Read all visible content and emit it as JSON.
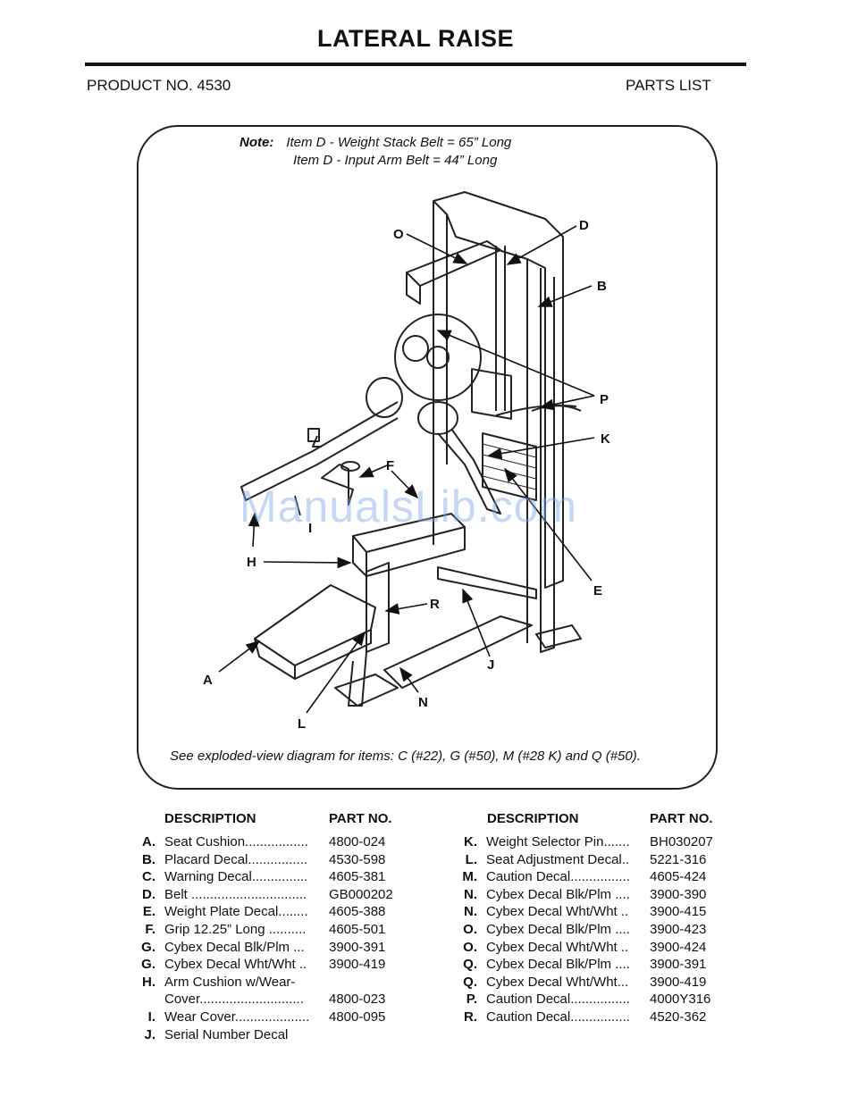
{
  "title": "LATERAL RAISE",
  "header": {
    "product": "PRODUCT NO. 4530",
    "section": "PARTS LIST"
  },
  "note": {
    "label": "Note:",
    "line1": "Item D - Weight Stack Belt = 65” Long",
    "line2": "Item D - Input Arm Belt = 44” Long"
  },
  "watermark": "ManualsLib.com",
  "callouts": [
    "O",
    "D",
    "B",
    "P",
    "K",
    "F",
    "I",
    "H",
    "E",
    "R",
    "J",
    "A",
    "N",
    "L"
  ],
  "footnote": "See exploded-view diagram for items: C (#22), G (#50), M (#28 K) and Q (#50).",
  "parts": {
    "headers": {
      "description": "DESCRIPTION",
      "part_no": "PART NO."
    },
    "left": [
      {
        "key": "A.",
        "desc": "Seat Cushion.................",
        "part": "4800-024"
      },
      {
        "key": "B.",
        "desc": "Placard Decal................",
        "part": "4530-598"
      },
      {
        "key": "C.",
        "desc": "Warning Decal...............",
        "part": "4605-381"
      },
      {
        "key": "D.",
        "desc": "Belt ...............................",
        "part": "GB000202"
      },
      {
        "key": "E.",
        "desc": "Weight Plate Decal........",
        "part": "4605-388"
      },
      {
        "key": "F.",
        "desc": "Grip 12.25” Long ..........",
        "part": "4605-501"
      },
      {
        "key": "G.",
        "desc": "Cybex Decal Blk/Plm ...",
        "part": "3900-391"
      },
      {
        "key": "G.",
        "desc": "Cybex Decal Wht/Wht ..",
        "part": "3900-419"
      },
      {
        "key": "H.",
        "desc": "Arm Cushion w/Wear-",
        "part": ""
      },
      {
        "key": "",
        "desc": "Cover............................",
        "part": "4800-023"
      },
      {
        "key": "I.",
        "desc": "Wear Cover....................",
        "part": "4800-095"
      },
      {
        "key": "J.",
        "desc": "Serial Number Decal",
        "part": ""
      }
    ],
    "right": [
      {
        "key": "K.",
        "desc": "Weight Selector Pin.......",
        "part": "BH030207"
      },
      {
        "key": "L.",
        "desc": "Seat Adjustment Decal..",
        "part": "5221-316"
      },
      {
        "key": "M.",
        "desc": "Caution Decal................",
        "part": "4605-424"
      },
      {
        "key": "N.",
        "desc": "Cybex Decal Blk/Plm ....",
        "part": "3900-390"
      },
      {
        "key": "N.",
        "desc": "Cybex Decal Wht/Wht ..",
        "part": "3900-415"
      },
      {
        "key": "O.",
        "desc": "Cybex Decal Blk/Plm ....",
        "part": "3900-423"
      },
      {
        "key": "O.",
        "desc": "Cybex Decal Wht/Wht ..",
        "part": "3900-424"
      },
      {
        "key": "Q.",
        "desc": "Cybex Decal Blk/Plm ....",
        "part": "3900-391"
      },
      {
        "key": "Q.",
        "desc": "Cybex Decal Wht/Wht...",
        "part": "3900-419"
      },
      {
        "key": "P.",
        "desc": "Caution Decal................",
        "part": "4000Y316"
      },
      {
        "key": "R.",
        "desc": "Caution Decal................",
        "part": "4520-362"
      }
    ]
  }
}
